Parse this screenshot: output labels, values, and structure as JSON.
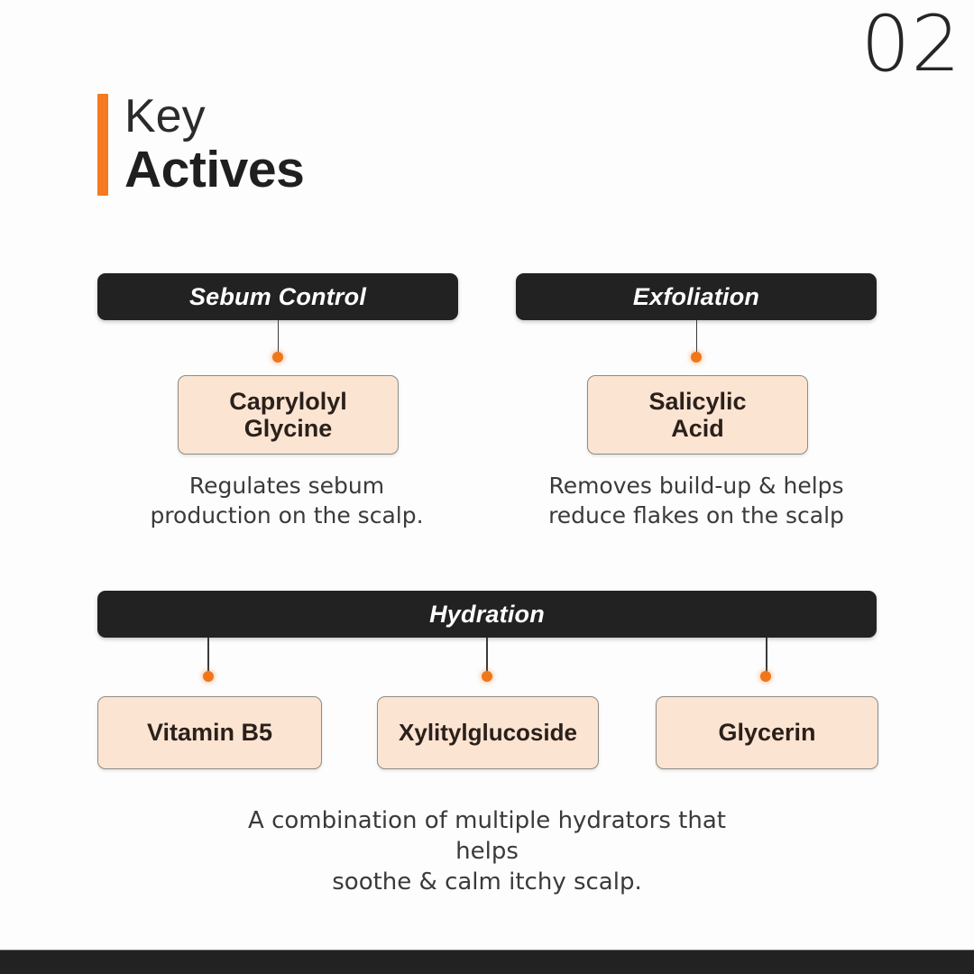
{
  "page": {
    "number": "02",
    "accent_color": "#F47B20",
    "dark_color": "#222222",
    "chip_color": "#FBE4D2",
    "background_color": "#FDFDFD"
  },
  "title": {
    "line1": "Key",
    "line2": "Actives"
  },
  "sections": [
    {
      "id": "sebum",
      "bar_label": "Sebum Control",
      "chips": [
        {
          "id": "caprylolyl",
          "label": "Caprylolyl\nGlycine"
        }
      ],
      "description": "Regulates sebum\nproduction on the scalp."
    },
    {
      "id": "exfoliation",
      "bar_label": "Exfoliation",
      "chips": [
        {
          "id": "salicylic",
          "label": "Salicylic\nAcid"
        }
      ],
      "description": "Removes build-up & helps\nreduce flakes on the scalp"
    },
    {
      "id": "hydration",
      "bar_label": "Hydration",
      "chips": [
        {
          "id": "b5",
          "label": "Vitamin B5"
        },
        {
          "id": "xylityl",
          "label": "Xylitylglucoside"
        },
        {
          "id": "glycerin",
          "label": "Glycerin"
        }
      ],
      "description": "A combination of multiple hydrators that helps\nsoothe & calm itchy scalp."
    }
  ]
}
